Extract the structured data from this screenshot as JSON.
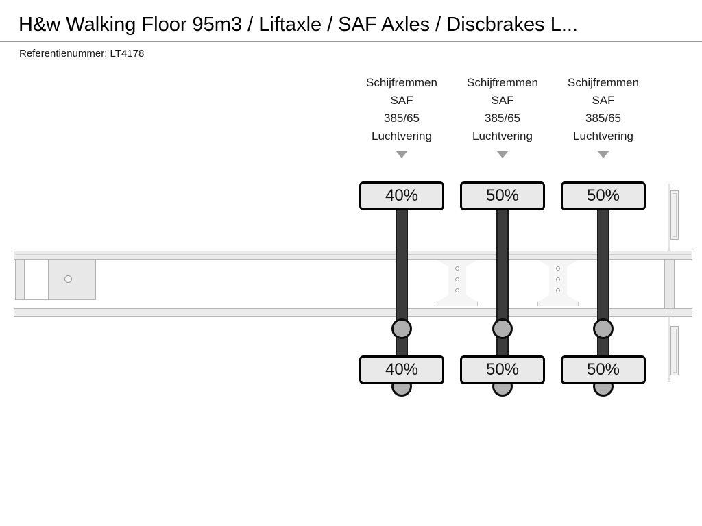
{
  "header": {
    "title": "H&w Walking Floor 95m3 / Liftaxle / SAF Axles / Discbrakes L...",
    "reference_label": "Referentienummer:",
    "reference_value": "LT4178",
    "reference_line": "Referentienummer: LT4178"
  },
  "diagram": {
    "vehicle_type": "semi-trailer-top-view",
    "axle_count": 3,
    "axles": [
      {
        "brake_type": "Schijfremmen",
        "brand": "SAF",
        "tyre_size": "385/65",
        "suspension": "Luchtvering",
        "tyre_wear_top": "40%",
        "tyre_wear_bottom": "40%",
        "marker": "chevron-down"
      },
      {
        "brake_type": "Schijfremmen",
        "brand": "SAF",
        "tyre_size": "385/65",
        "suspension": "Luchtvering",
        "tyre_wear_top": "50%",
        "tyre_wear_bottom": "50%",
        "marker": "chevron-down"
      },
      {
        "brake_type": "Schijfremmen",
        "brand": "SAF",
        "tyre_size": "385/65",
        "suspension": "Luchtvering",
        "tyre_wear_top": "50%",
        "tyre_wear_bottom": "50%",
        "marker": "chevron-down"
      }
    ],
    "colors": {
      "badge_fill": "#e9e9e9",
      "badge_border": "#000000",
      "axle_bar": "#3c3c3c",
      "hub_fill": "#b0b0b0",
      "hub_border": "#0d0d0d",
      "chassis_fill": "#ececec",
      "chassis_border": "#b4b4b4",
      "marker": "#9d9d9d",
      "page_background": "#ffffff",
      "divider": "#9a9a9a"
    }
  }
}
